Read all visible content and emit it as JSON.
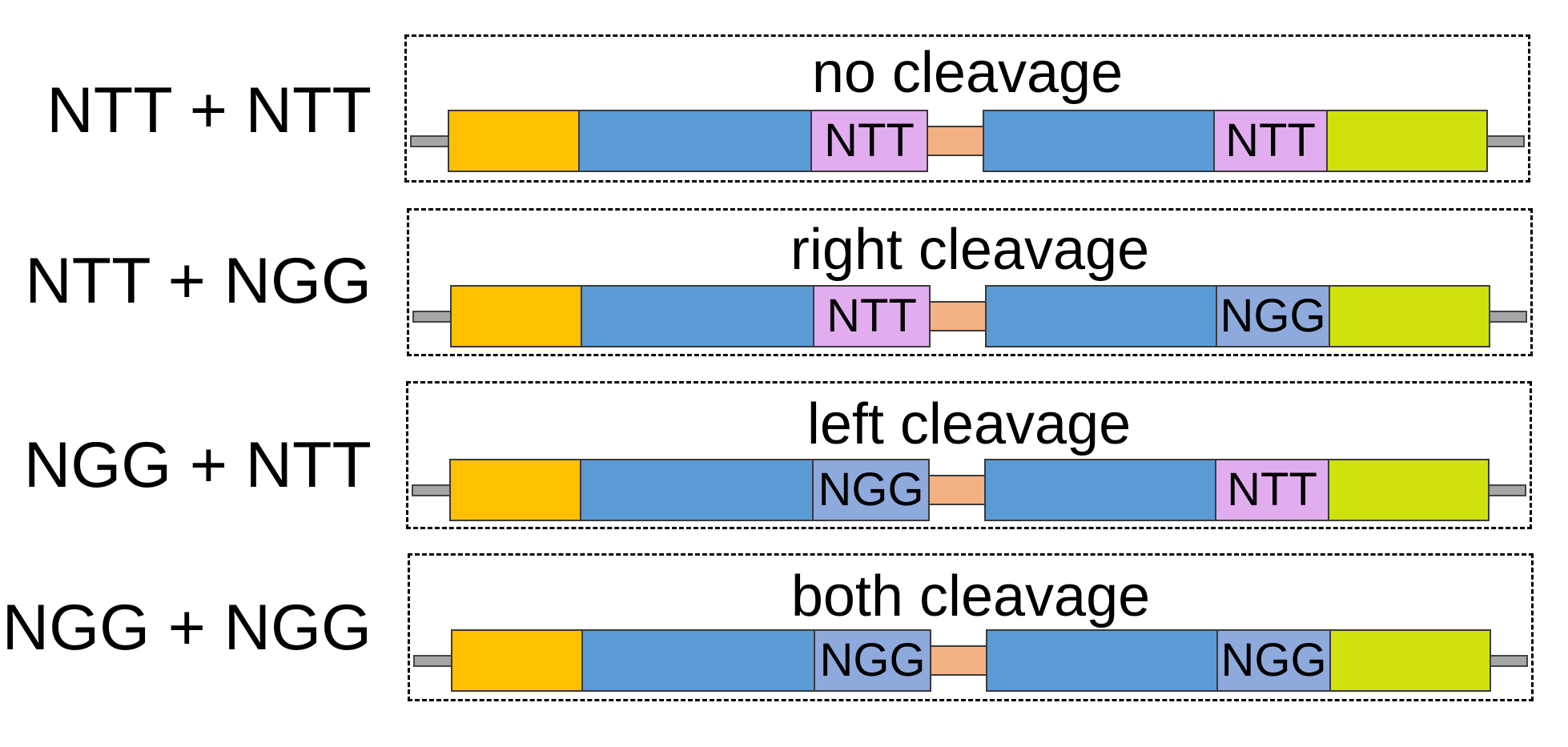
{
  "figure": {
    "rows": [
      {
        "label": "NTT + NTT",
        "title": "no cleavage",
        "left_pam": "NTT",
        "right_pam": "NTT"
      },
      {
        "label": "NTT + NGG",
        "title": "right cleavage",
        "left_pam": "NTT",
        "right_pam": "NGG"
      },
      {
        "label": "NGG + NTT",
        "title": "left cleavage",
        "left_pam": "NGG",
        "right_pam": "NTT"
      },
      {
        "label": "NGG + NGG",
        "title": "both cleavage",
        "left_pam": "NGG",
        "right_pam": "NGG"
      }
    ]
  },
  "colors": {
    "stub": "#a6a6a6",
    "n_terminal": "#ffc000",
    "domain": "#5b9bd5",
    "pam_NTT": "#e2adee",
    "pam_NGG": "#8ea9db",
    "linker": "#f4b183",
    "c_terminal": "#cfe20c"
  }
}
